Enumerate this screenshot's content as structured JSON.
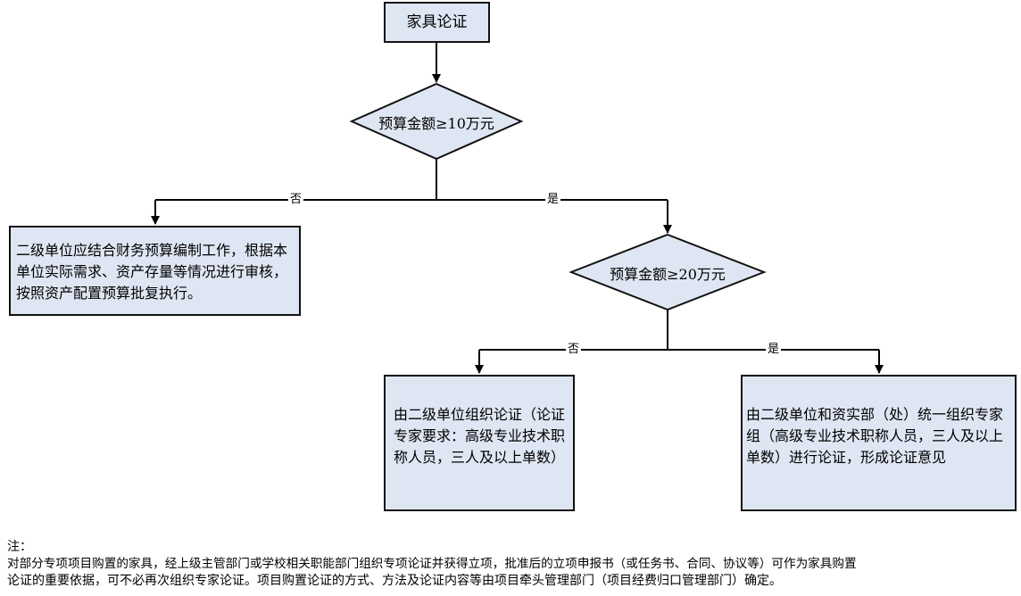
{
  "start": {
    "label": "家具论证"
  },
  "decision1": {
    "label": "预算金额≥10万元",
    "no_label": "否",
    "yes_label": "是"
  },
  "no_branch1": {
    "text": "二级单位应结合财务预算编制工作，根据本单位实际需求、资产存量等情况进行审核，按照资产配置预算批复执行。"
  },
  "decision2": {
    "label": "预算金额≥20万元",
    "no_label": "否",
    "yes_label": "是"
  },
  "no_branch2": {
    "text": "由二级单位组织论证（论证专家要求：高级专业技术职称人员，三人及以上单数）"
  },
  "yes_branch2": {
    "text": "由二级单位和资实部（处）统一组织专家组（高级专业技术职称人员，三人及以上单数）进行论证，形成论证意见"
  },
  "note": {
    "title": "注：",
    "line1": "对部分专项项目购置的家具，经上级主管部门或学校相关职能部门组织专项论证并获得立项，批准后的立项申报书（或任务书、合同、协议等）可作为家具购置",
    "line2": "论证的重要依据，可不必再次组织专家论证。项目购置论证的方式、方法及论证内容等由项目牵头管理部门（项目经费归口管理部门）确定。"
  }
}
